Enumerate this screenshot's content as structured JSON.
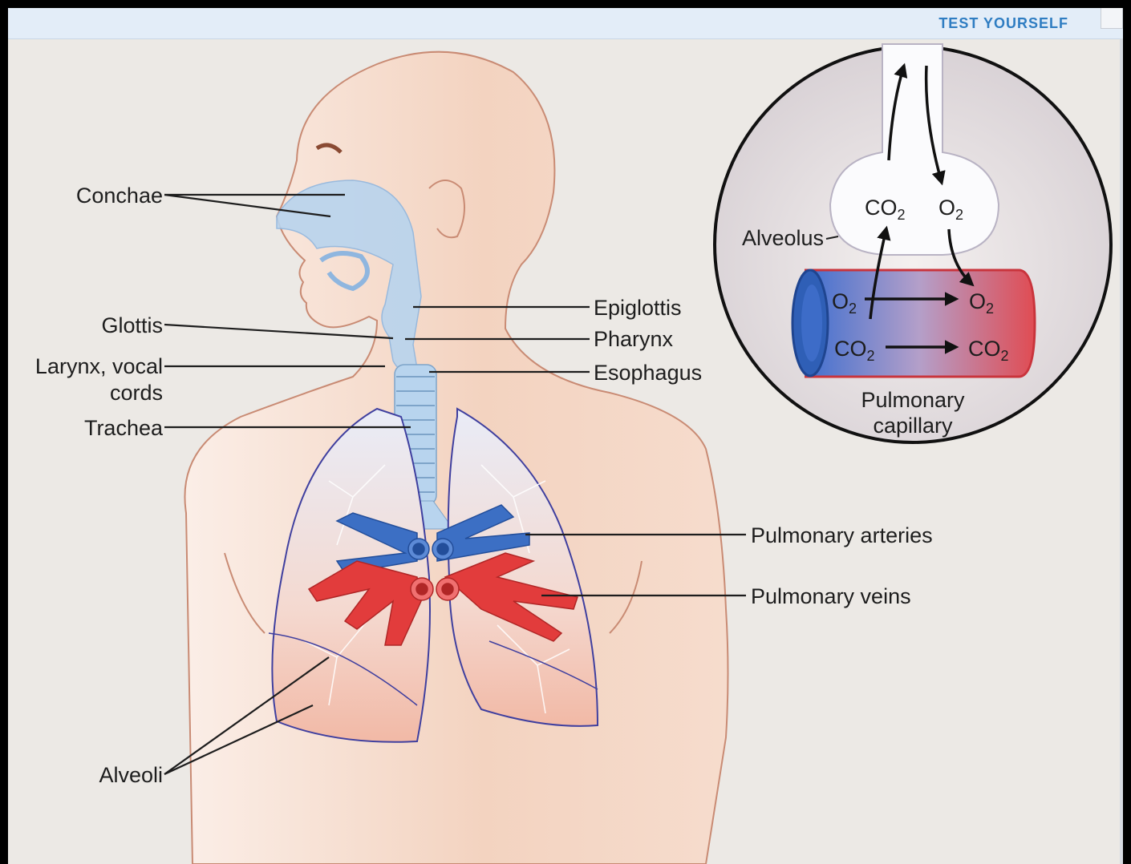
{
  "header": {
    "test_yourself": "TEST YOURSELF"
  },
  "labels": {
    "conchae": "Conchae",
    "glottis": "Glottis",
    "larynx_line1": "Larynx, vocal",
    "larynx_line2": "cords",
    "trachea": "Trachea",
    "alveoli": "Alveoli",
    "epiglottis": "Epiglottis",
    "pharynx": "Pharynx",
    "esophagus": "Esophagus",
    "pulmonary_arteries": "Pulmonary arteries",
    "pulmonary_veins": "Pulmonary veins"
  },
  "inset": {
    "alveolus": "Alveolus",
    "co2_base": "CO",
    "o2_base": "O",
    "subscript": "2",
    "capillary_line1": "Pulmonary",
    "capillary_line2": "capillary"
  },
  "colors": {
    "skin": "#f2cdb6",
    "airway": "#b8d4ee",
    "artery_blue": "#3c6fc4",
    "vein_red": "#e23c3c",
    "outline": "#c98b74",
    "accent": "#2f7dc2"
  }
}
